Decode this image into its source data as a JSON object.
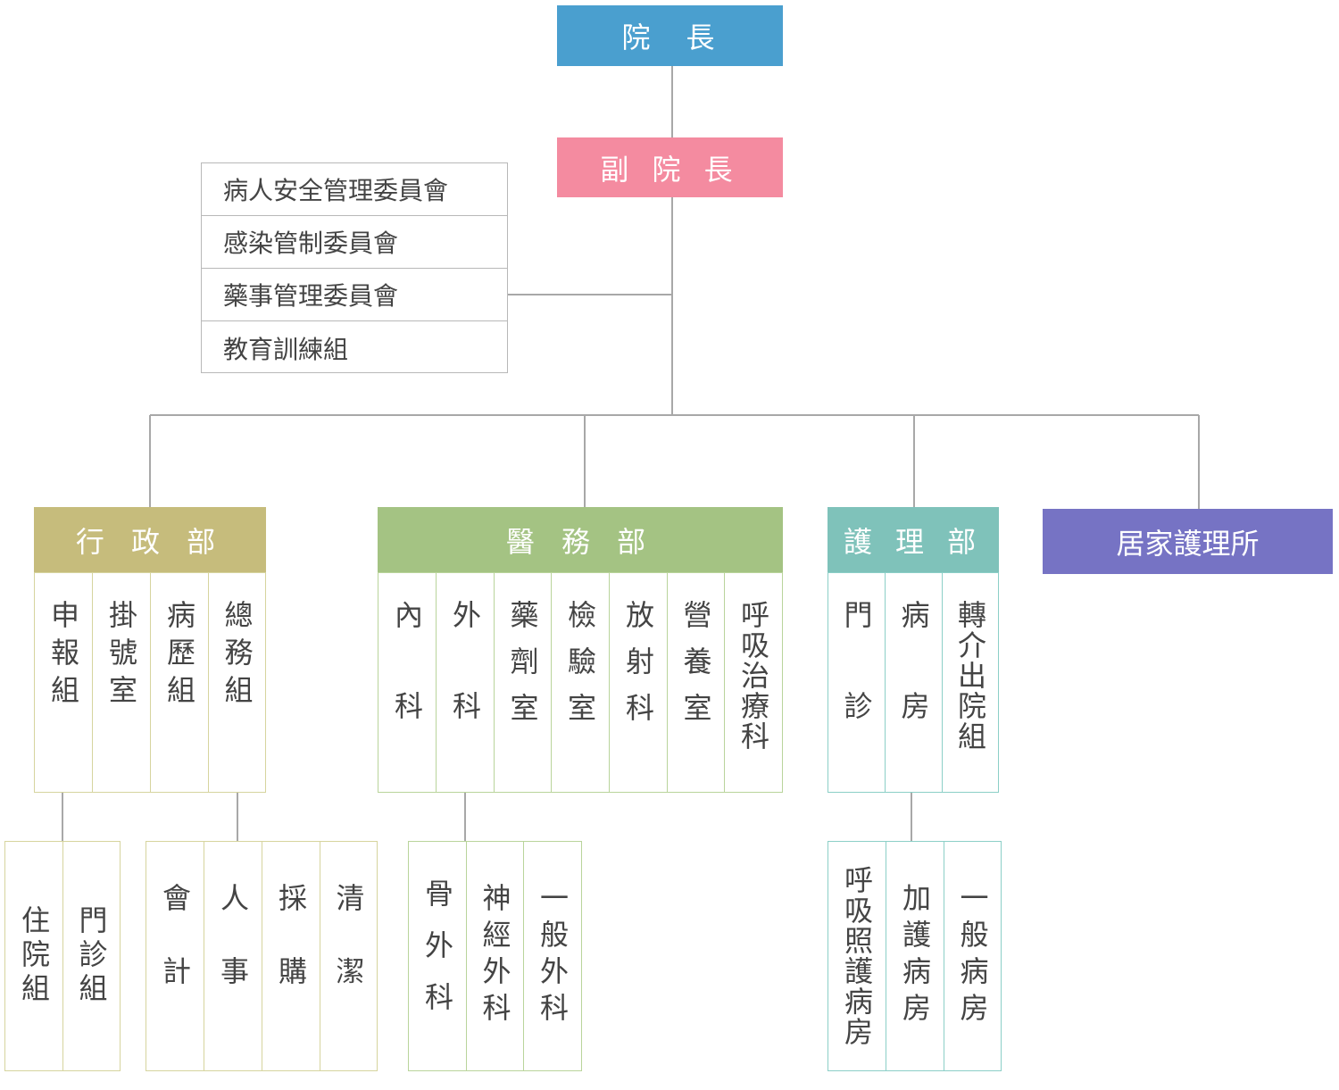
{
  "colors": {
    "president": "#4a9fcf",
    "vice": "#f48ba0",
    "admin": "#c6bc7c",
    "medical": "#a4c383",
    "nursing": "#7fc2ba",
    "homecare": "#7673c4",
    "admin_border": "#d6d49e",
    "medical_border": "#b9d49b",
    "nursing_border": "#8ccfc7",
    "line": "#a8a8a8"
  },
  "president": "院　長",
  "vice_president": "副 院 長",
  "committees": [
    "病人安全管理委員會",
    "感染管制委員會",
    "藥事管理委員會",
    "教育訓練組"
  ],
  "departments": {
    "admin": {
      "name": "行 政 部",
      "units": [
        "申報組",
        "掛號室",
        "病歷組",
        "總務組"
      ],
      "sub_left": [
        "住院組",
        "門診組"
      ],
      "sub_right": [
        "會計",
        "人事",
        "採購",
        "清潔"
      ]
    },
    "medical": {
      "name": "醫 務 部",
      "units": [
        "內科",
        "外科",
        "藥劑室",
        "檢驗室",
        "放射科",
        "營養室",
        "呼吸治療科"
      ],
      "sub_surgery": [
        "骨外科",
        "神經外科",
        "一般外科"
      ]
    },
    "nursing": {
      "name": "護 理 部",
      "units": [
        "門診",
        "病房",
        "轉介出院組"
      ],
      "sub_ward": [
        "呼吸照護病房",
        "加護病房",
        "一般病房"
      ]
    },
    "homecare": {
      "name": "居家護理所"
    }
  }
}
